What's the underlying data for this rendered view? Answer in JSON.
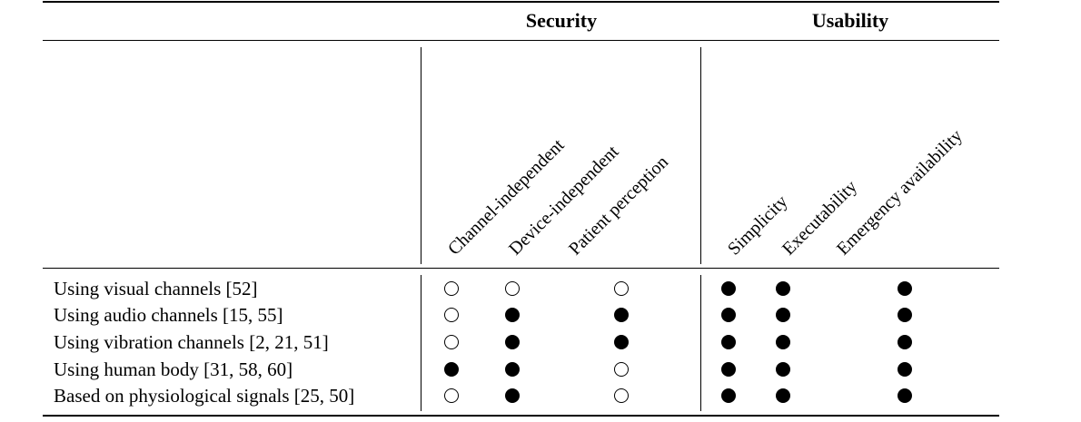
{
  "groups": {
    "security": "Security",
    "usability": "Usability"
  },
  "columns": [
    "Channel-independent",
    "Device-independent",
    "Patient perception",
    "Simplicity",
    "Executability",
    "Emergency availability"
  ],
  "rows": [
    {
      "label": "Using visual channels [52]",
      "marks": [
        "empty",
        "empty",
        "empty",
        "full",
        "full",
        "full"
      ]
    },
    {
      "label": "Using audio channels [15, 55]",
      "marks": [
        "empty",
        "full",
        "full",
        "full",
        "full",
        "full"
      ]
    },
    {
      "label": "Using vibration channels [2, 21, 51]",
      "marks": [
        "empty",
        "full",
        "full",
        "full",
        "full",
        "full"
      ]
    },
    {
      "label": "Using human body [31, 58, 60]",
      "marks": [
        "full",
        "full",
        "empty",
        "full",
        "full",
        "full"
      ]
    },
    {
      "label": "Based on physiological signals [25, 50]",
      "marks": [
        "empty",
        "full",
        "empty",
        "full",
        "full",
        "full"
      ]
    }
  ]
}
